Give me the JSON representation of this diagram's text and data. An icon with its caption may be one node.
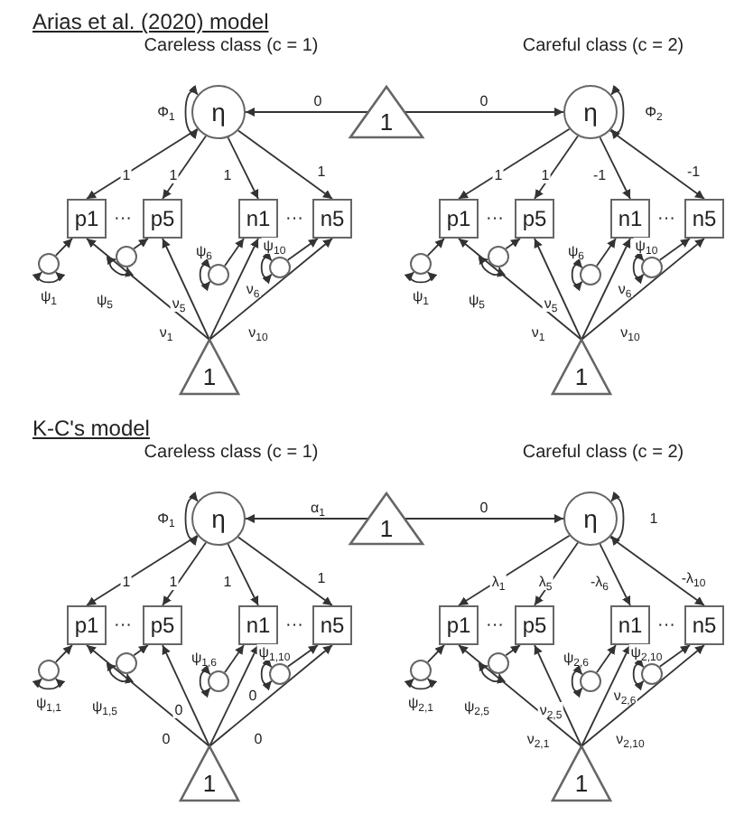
{
  "diagram": {
    "nodes": [
      {
        "text": [
          "Careless class (c = 1)",
          "η"
        ]
      },
      {
        "text": [
          "1"
        ]
      },
      {
        "text": [
          "Careful class (c = 2)",
          "η"
        ]
      },
      {
        "text": [
          "p1"
        ]
      },
      {
        "text": [
          "p5"
        ]
      },
      {
        "text": [
          "n1"
        ]
      },
      {
        "text": [
          "n5"
        ]
      },
      {
        "text": [],
        "shape": "circle"
      },
      {
        "text": [],
        "shape": "circle"
      },
      {
        "text": [],
        "shape": "circle"
      },
      {
        "text": [],
        "shape": "circle"
      },
      {
        "text": [
          "1"
        ]
      },
      {
        "text": [
          "p1"
        ]
      },
      {
        "text": [
          "p5"
        ]
      },
      {
        "text": [
          "n1"
        ]
      },
      {
        "text": [
          "n5"
        ]
      },
      {
        "text": [],
        "shape": "circle"
      },
      {
        "text": [],
        "shape": "circle"
      },
      {
        "text": [],
        "shape": "circle"
      },
      {
        "text": [],
        "shape": "circle"
      },
      {
        "text": [
          "1"
        ]
      },
      {
        "text": [
          "Careless class (c = 1)",
          "η"
        ]
      },
      {
        "text": [
          "1"
        ]
      },
      {
        "text": [
          "Careful class (c = 2)",
          "η"
        ]
      },
      {
        "text": [
          "p1"
        ]
      },
      {
        "text": [
          "p5"
        ]
      },
      {
        "text": [
          "n1"
        ]
      },
      {
        "text": [
          "n5"
        ]
      },
      {
        "text": [],
        "shape": "circle"
      },
      {
        "text": [],
        "shape": "circle"
      },
      {
        "text": [],
        "shape": "circle"
      },
      {
        "text": [],
        "shape": "circle"
      },
      {
        "text": [
          "1"
        ]
      },
      {
        "text": [
          "p1"
        ]
      },
      {
        "text": [
          "p5"
        ]
      },
      {
        "text": [
          "n1"
        ]
      },
      {
        "text": [
          "n5"
        ]
      },
      {
        "text": [],
        "shape": "circle"
      },
      {
        "text": [],
        "shape": "circle"
      },
      {
        "text": [],
        "shape": "circle"
      },
      {
        "text": [],
        "shape": "circle"
      },
      {
        "text": [
          "1"
        ]
      }
    ],
    "edges": [
      {
        "from": 1,
        "to": 0,
        "arrow": "to",
        "label": "0"
      },
      {
        "from": 1,
        "to": 2,
        "arrow": "to",
        "label": "0"
      },
      {
        "from": 0,
        "to": 0,
        "arrow": "both",
        "label": "Φ$_{1}$"
      },
      {
        "from": 0,
        "to": 3,
        "arrow": "to",
        "label": "1"
      },
      {
        "from": 0,
        "to": 4,
        "arrow": "to",
        "label": "1"
      },
      {
        "from": 0,
        "to": 5,
        "arrow": "to",
        "label": "1"
      },
      {
        "from": 0,
        "to": 6,
        "arrow": "to",
        "label": "1"
      },
      {
        "from": 7,
        "to": 3,
        "arrow": "to"
      },
      {
        "from": 8,
        "to": 4,
        "arrow": "to"
      },
      {
        "from": 9,
        "to": 5,
        "arrow": "to"
      },
      {
        "from": 10,
        "to": 6,
        "arrow": "to"
      },
      {
        "from": 7,
        "to": 7,
        "arrow": "both",
        "label": "ψ$_{1}$"
      },
      {
        "from": 8,
        "to": 8,
        "arrow": "both",
        "label": "ψ$_{5}$"
      },
      {
        "from": 9,
        "to": 9,
        "arrow": "both",
        "label": "ψ$_{6}$"
      },
      {
        "from": 10,
        "to": 10,
        "arrow": "both",
        "label": "ψ$_{10}$"
      },
      {
        "from": 11,
        "to": 3,
        "arrow": "to",
        "label": "ν$_{1}$"
      },
      {
        "from": 11,
        "to": 4,
        "arrow": "to",
        "label": "ν$_{5}$"
      },
      {
        "from": 11,
        "to": 5,
        "arrow": "to",
        "label": "ν$_{6}$"
      },
      {
        "from": 11,
        "to": 6,
        "arrow": "to",
        "label": "ν$_{10}$"
      },
      {
        "from": 2,
        "to": 2,
        "arrow": "both",
        "label": "Φ$_{2}$"
      },
      {
        "from": 2,
        "to": 12,
        "arrow": "to",
        "label": "1"
      },
      {
        "from": 2,
        "to": 13,
        "arrow": "to",
        "label": "1"
      },
      {
        "from": 2,
        "to": 14,
        "arrow": "to",
        "label": "-1"
      },
      {
        "from": 2,
        "to": 15,
        "arrow": "to",
        "label": "-1"
      },
      {
        "from": 16,
        "to": 12,
        "arrow": "to"
      },
      {
        "from": 17,
        "to": 13,
        "arrow": "to"
      },
      {
        "from": 18,
        "to": 14,
        "arrow": "to"
      },
      {
        "from": 19,
        "to": 15,
        "arrow": "to"
      },
      {
        "from": 16,
        "to": 16,
        "arrow": "both",
        "label": "ψ$_{1}$"
      },
      {
        "from": 17,
        "to": 17,
        "arrow": "both",
        "label": "ψ$_{5}$"
      },
      {
        "from": 18,
        "to": 18,
        "arrow": "both",
        "label": "ψ$_{6}$"
      },
      {
        "from": 19,
        "to": 19,
        "arrow": "both",
        "label": "ψ$_{10}$"
      },
      {
        "from": 20,
        "to": 12,
        "arrow": "to",
        "label": "ν$_{1}$"
      },
      {
        "from": 20,
        "to": 13,
        "arrow": "to",
        "label": "ν$_{5}$"
      },
      {
        "from": 20,
        "to": 14,
        "arrow": "to",
        "label": "ν$_{6}$"
      },
      {
        "from": 20,
        "to": 15,
        "arrow": "to",
        "label": "ν$_{10}$"
      },
      {
        "from": 22,
        "to": 21,
        "arrow": "to",
        "label": "α$_{1}$"
      },
      {
        "from": 22,
        "to": 23,
        "arrow": "to",
        "label": "0"
      },
      {
        "from": 21,
        "to": 21,
        "arrow": "both",
        "label": "Φ$_{1}$"
      },
      {
        "from": 21,
        "to": 24,
        "arrow": "to",
        "label": "1"
      },
      {
        "from": 21,
        "to": 25,
        "arrow": "to",
        "label": "1"
      },
      {
        "from": 21,
        "to": 26,
        "arrow": "to",
        "label": "1"
      },
      {
        "from": 21,
        "to": 27,
        "arrow": "to",
        "label": "1"
      },
      {
        "from": 28,
        "to": 24,
        "arrow": "to"
      },
      {
        "from": 29,
        "to": 25,
        "arrow": "to"
      },
      {
        "from": 30,
        "to": 26,
        "arrow": "to"
      },
      {
        "from": 31,
        "to": 27,
        "arrow": "to"
      },
      {
        "from": 28,
        "to": 28,
        "arrow": "both",
        "label": "ψ$_{1,1}$"
      },
      {
        "from": 29,
        "to": 29,
        "arrow": "both",
        "label": "ψ$_{1,5}$"
      },
      {
        "from": 30,
        "to": 30,
        "arrow": "both",
        "label": "ψ$_{1,6}$"
      },
      {
        "from": 31,
        "to": 31,
        "arrow": "both",
        "label": "ψ$_{1,10}$"
      },
      {
        "from": 32,
        "to": 24,
        "arrow": "to",
        "label": "0"
      },
      {
        "from": 32,
        "to": 25,
        "arrow": "to",
        "label": "0"
      },
      {
        "from": 32,
        "to": 26,
        "arrow": "to",
        "label": "0"
      },
      {
        "from": 32,
        "to": 27,
        "arrow": "to",
        "label": "0"
      },
      {
        "from": 23,
        "to": 23,
        "arrow": "both",
        "label": "1"
      },
      {
        "from": 23,
        "to": 33,
        "arrow": "to",
        "label": "λ$_{1}$"
      },
      {
        "from": 23,
        "to": 34,
        "arrow": "to",
        "label": "λ$_{5}$"
      },
      {
        "from": 23,
        "to": 35,
        "arrow": "to",
        "label": "-λ$_{6}$"
      },
      {
        "from": 23,
        "to": 36,
        "arrow": "to",
        "label": "-λ$_{10}$"
      },
      {
        "from": 37,
        "to": 33,
        "arrow": "to"
      },
      {
        "from": 38,
        "to": 34,
        "arrow": "to"
      },
      {
        "from": 39,
        "to": 35,
        "arrow": "to"
      },
      {
        "from": 40,
        "to": 36,
        "arrow": "to"
      },
      {
        "from": 37,
        "to": 37,
        "arrow": "both",
        "label": "ψ$_{2,1}$"
      },
      {
        "from": 38,
        "to": 38,
        "arrow": "both",
        "label": "ψ$_{2,5}$"
      },
      {
        "from": 39,
        "to": 39,
        "arrow": "both",
        "label": "ψ$_{2,6}$"
      },
      {
        "from": 40,
        "to": 40,
        "arrow": "both",
        "label": "ψ$_{2,10}$"
      },
      {
        "from": 41,
        "to": 33,
        "arrow": "to",
        "label": "ν$_{2,1}$"
      },
      {
        "from": 41,
        "to": 34,
        "arrow": "to",
        "label": "ν$_{2,5}$"
      },
      {
        "from": 41,
        "to": 35,
        "arrow": "to",
        "label": "ν$_{2,6}$"
      },
      {
        "from": 41,
        "to": 36,
        "arrow": "to",
        "label": "ν$_{2,10}$"
      }
    ],
    "labels": [
      "Arias et al. (2020) model",
      "···",
      "···",
      "···",
      "···",
      "K-C's model",
      "···",
      "···",
      "···",
      "···"
    ]
  }
}
